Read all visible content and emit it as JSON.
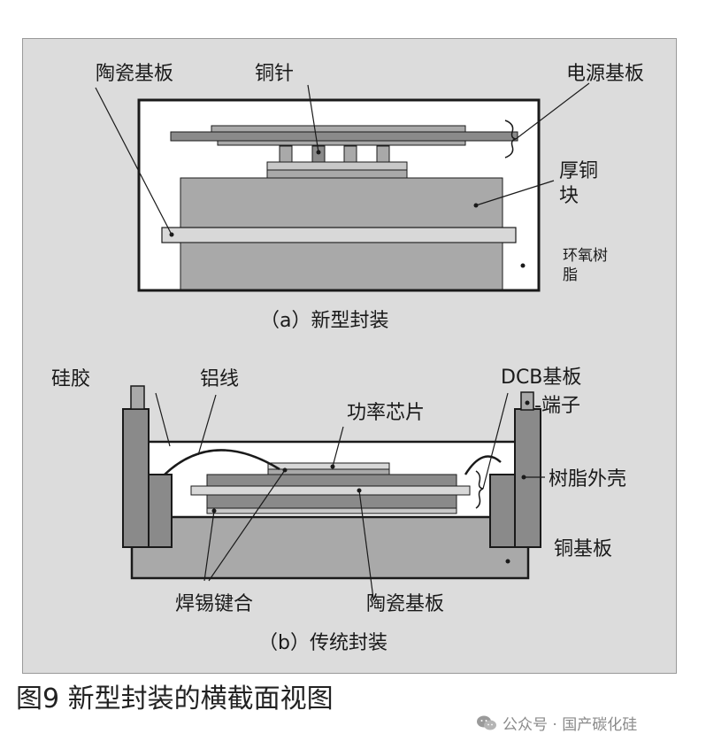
{
  "panel_a": {
    "caption": "（a）新型封装",
    "labels": {
      "ceramic_substrate": "陶瓷基板",
      "copper_pin": "铜针",
      "power_substrate": "电源基板",
      "thick_copper_block_line1": "厚铜",
      "thick_copper_block_line2": "块",
      "epoxy_line1": "环氧树",
      "epoxy_line2": "脂"
    }
  },
  "panel_b": {
    "caption": "（b）传统封装",
    "labels": {
      "silicone_gel": "硅胶",
      "aluminum_wire": "铝线",
      "dcb_substrate": "DCB基板",
      "terminal": "-端子",
      "power_chip": "功率芯片",
      "resin_housing": "树脂外壳",
      "copper_baseplate": "铜基板",
      "solder_bond": "焊锡键合",
      "ceramic_substrate": "陶瓷基板"
    }
  },
  "figure_title": "图9 新型封装的横截面视图",
  "watermark": {
    "icon": "wechat-icon",
    "text": "公众号 · 国产碳化硅"
  },
  "colors": {
    "panel_bg": "#dcdcdc",
    "box_fill": "#ffffff",
    "dark_gray": "#8a8a8a",
    "mid_gray": "#a9a9a9",
    "light_gray": "#c8c8c8",
    "outline": "#1a1a1a"
  }
}
